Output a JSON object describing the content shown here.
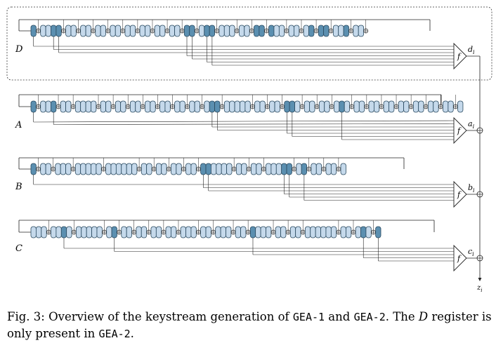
{
  "registers": [
    {
      "label": "D",
      "cells": [
        1,
        0,
        0,
        1,
        1,
        0,
        0,
        0,
        0,
        0,
        0,
        0,
        0,
        0,
        0,
        0,
        0,
        0,
        0,
        0,
        0,
        1,
        1,
        0,
        1,
        1,
        0,
        0,
        0,
        0,
        0,
        1,
        1,
        1,
        0,
        0,
        0,
        0,
        0,
        1,
        1,
        1,
        0,
        0,
        1,
        0,
        0
      ],
      "feedback": [
        1,
        0,
        0,
        0,
        1,
        0,
        1,
        0,
        1,
        0,
        1,
        0,
        1,
        0,
        1,
        0,
        1,
        0,
        1,
        0,
        1,
        0,
        1,
        0,
        0,
        1,
        0,
        0,
        1,
        0,
        1,
        0,
        1,
        0,
        0,
        1,
        0,
        1,
        0,
        1,
        0,
        1,
        0,
        0,
        1,
        0,
        1
      ],
      "output": "d",
      "dashed_box": true
    },
    {
      "label": "A",
      "cells": [
        1,
        0,
        0,
        1,
        0,
        0,
        0,
        0,
        0,
        0,
        0,
        0,
        0,
        0,
        0,
        0,
        0,
        0,
        0,
        0,
        0,
        0,
        0,
        0,
        0,
        1,
        1,
        0,
        0,
        0,
        0,
        0,
        0,
        0,
        0,
        0,
        1,
        1,
        0,
        0,
        0,
        0,
        0,
        0,
        1,
        0,
        0,
        0,
        0,
        0,
        0,
        0,
        0,
        0,
        0,
        0,
        0,
        0,
        0,
        0,
        0
      ],
      "feedback": [
        1,
        0,
        0,
        1,
        0,
        1,
        0,
        0,
        0,
        1,
        0,
        1,
        0,
        1,
        0,
        1,
        0,
        1,
        0,
        1,
        0,
        1,
        0,
        1,
        0,
        0,
        1,
        0,
        0,
        0,
        0,
        1,
        0,
        1,
        0,
        1,
        0,
        0,
        1,
        0,
        1,
        0,
        1,
        0,
        0,
        1,
        0,
        1,
        0,
        1,
        0,
        1,
        0,
        1,
        0,
        1,
        0,
        1,
        0,
        1,
        0
      ],
      "output": "a"
    },
    {
      "label": "B",
      "cells": [
        1,
        0,
        0,
        0,
        0,
        0,
        0,
        0,
        0,
        0,
        0,
        0,
        0,
        0,
        0,
        0,
        0,
        0,
        0,
        0,
        0,
        0,
        0,
        0,
        0,
        1,
        1,
        0,
        0,
        0,
        0,
        0,
        0,
        0,
        0,
        0,
        0,
        0,
        1,
        1,
        0,
        1,
        0,
        0,
        0,
        0,
        0
      ],
      "feedback": [
        1,
        0,
        1,
        0,
        0,
        1,
        0,
        0,
        0,
        0,
        1,
        0,
        0,
        0,
        0,
        0,
        1,
        0,
        1,
        0,
        1,
        0,
        1,
        0,
        1,
        0,
        0,
        0,
        0,
        0,
        1,
        0,
        1,
        0,
        1,
        0,
        0,
        0,
        0,
        1,
        0,
        1,
        0,
        1,
        0,
        1,
        0
      ],
      "output": "b"
    },
    {
      "label": "C",
      "cells": [
        0,
        0,
        0,
        0,
        0,
        1,
        0,
        0,
        0,
        0,
        0,
        0,
        0,
        1,
        0,
        0,
        0,
        0,
        0,
        0,
        0,
        0,
        0,
        0,
        0,
        0,
        0,
        0,
        0,
        0,
        0,
        0,
        1,
        0,
        0,
        0,
        0,
        0,
        0,
        0,
        0,
        0,
        0,
        0,
        0,
        0,
        0,
        0,
        0,
        1,
        0,
        1
      ],
      "feedback": [
        0,
        0,
        1,
        0,
        0,
        0,
        1,
        0,
        0,
        0,
        0,
        1,
        0,
        1,
        0,
        1,
        0,
        1,
        0,
        1,
        0,
        1,
        0,
        0,
        1,
        0,
        1,
        0,
        0,
        1,
        0,
        1,
        0,
        0,
        0,
        1,
        0,
        1,
        0,
        1,
        0,
        0,
        0,
        0,
        0,
        1,
        0,
        1,
        0,
        0,
        1,
        0
      ],
      "output": "c"
    }
  ],
  "output_symbol": "z",
  "function_symbol": "f",
  "colors": {
    "dark": "#5b8fb0",
    "light": "#c5d9eb",
    "line": "#222222"
  },
  "caption": {
    "figure": "Fig. 3:",
    "text1": "Overview of the keystream generation of",
    "gea1": "GEA-1",
    "and": "and",
    "gea2": "GEA-2",
    "text2": ". The",
    "d": "D",
    "text3": "register is only present in",
    "gea2b": "GEA-2",
    "end": "."
  }
}
